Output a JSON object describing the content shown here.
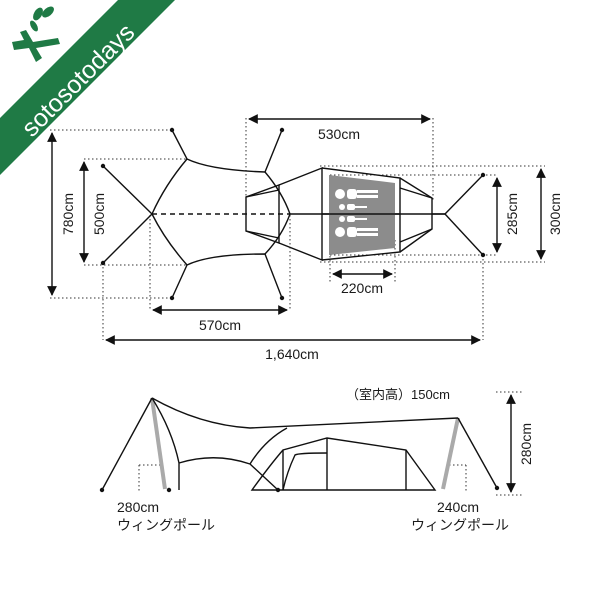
{
  "brand": {
    "name": "sotosotodays",
    "color": "#1f7a45",
    "text_color": "#ffffff"
  },
  "colors": {
    "line": "#111111",
    "pole": "#aaaaaa",
    "inner_fill": "#8c8c8c",
    "dotted": "#333333"
  },
  "top_view": {
    "dims": {
      "total_length": "1,640cm",
      "tarp_width": "570cm",
      "tent_length": "530cm",
      "inner_width": "220cm",
      "tarp_depth_outer": "780cm",
      "tarp_depth_inner": "500cm",
      "tent_depth_inner": "285cm",
      "tent_depth_outer": "300cm"
    },
    "occupancy_icon": "four-person-sleeping-icon"
  },
  "side_view": {
    "inner_height": "（室内高）150cm",
    "total_height": "280cm",
    "left_pole": {
      "length": "280cm",
      "name": "ウィングポール"
    },
    "right_pole": {
      "length": "240cm",
      "name": "ウィングポール"
    }
  }
}
